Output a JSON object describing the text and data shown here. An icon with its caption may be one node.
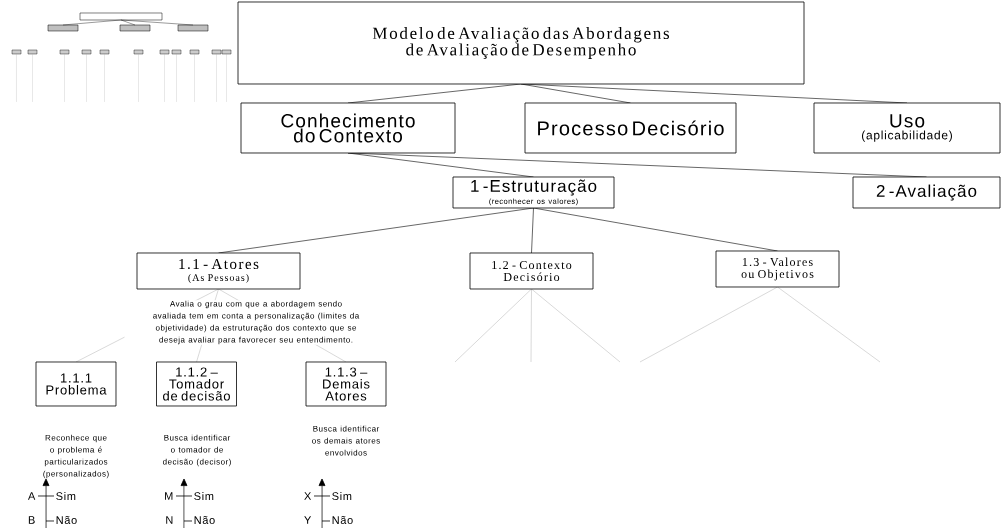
{
  "diagram": {
    "nodes": [
      {
        "text": [
          "Modelo de Avaliação das Abordagens de Avaliação de Desempenho"
        ]
      },
      {
        "text": [
          "Conhecimento do Contexto"
        ]
      },
      {
        "text": [
          "Processo Decisório"
        ]
      },
      {
        "text": [
          "Uso",
          "(aplicabilidade)"
        ]
      },
      {
        "text": [
          "1 -Estruturação",
          "(reconhecer os valores)"
        ]
      },
      {
        "text": [
          "2 -Avaliação"
        ]
      },
      {
        "text": [
          "1.1 - Atores",
          "(As Pessoas)"
        ],
        "beside": [
          "Avalia o grau com que a abordagem sendo avaliada tem em conta a personalização (limites da objetividade) da estruturação dos contexto que se deseja avaliar para favorecer seu entendimento."
        ]
      },
      {
        "text": [
          "1.2 - Contexto Decisório"
        ]
      },
      {
        "text": [
          "1.3 - Valores ou Objetivos"
        ]
      },
      {
        "text": [
          "1.1.1 Problema"
        ],
        "beside": [
          "Reconhece que o problema é particularizados (personalizados)"
        ]
      },
      {
        "text": [
          "1.1.2 – Tomador de decisão"
        ],
        "beside": [
          "Busca identificar o tomador de decisão (decisor)"
        ]
      },
      {
        "text": [
          "1.1.3 – Demais Atores"
        ],
        "beside": [
          "Busca identificar os demais atores envolvidos"
        ]
      }
    ],
    "edges": [
      {
        "from": 0,
        "to": 1,
        "arrow": "none"
      },
      {
        "from": 0,
        "to": 2,
        "arrow": "none"
      },
      {
        "from": 0,
        "to": 3,
        "arrow": "none"
      },
      {
        "from": 1,
        "to": 4,
        "arrow": "none"
      },
      {
        "from": 1,
        "to": 5,
        "arrow": "none"
      },
      {
        "from": 4,
        "to": 6,
        "arrow": "none"
      },
      {
        "from": 4,
        "to": 7,
        "arrow": "none"
      },
      {
        "from": 4,
        "to": 8,
        "arrow": "none"
      },
      {
        "from": 6,
        "to": 9,
        "arrow": "none",
        "color": "#c0c0c0"
      },
      {
        "from": 6,
        "to": 10,
        "arrow": "none",
        "color": "#c0c0c0"
      },
      {
        "from": 6,
        "to": 11,
        "arrow": "none",
        "color": "#c0c0c0"
      },
      {
        "from": 7,
        "to": null,
        "arrow": "none",
        "color": "#c0c0c0"
      },
      {
        "from": 7,
        "to": null,
        "arrow": "none",
        "color": "#c0c0c0"
      },
      {
        "from": 7,
        "to": null,
        "arrow": "none",
        "color": "#c0c0c0"
      },
      {
        "from": 8,
        "to": null,
        "arrow": "none",
        "color": "#c0c0c0"
      },
      {
        "from": 8,
        "to": null,
        "arrow": "none",
        "color": "#c0c0c0"
      }
    ],
    "labels": [
      "A",
      "Sim",
      "B",
      "Não",
      "M",
      "Sim",
      "N",
      "Não",
      "X",
      "Sim",
      "Y",
      "Não"
    ]
  }
}
